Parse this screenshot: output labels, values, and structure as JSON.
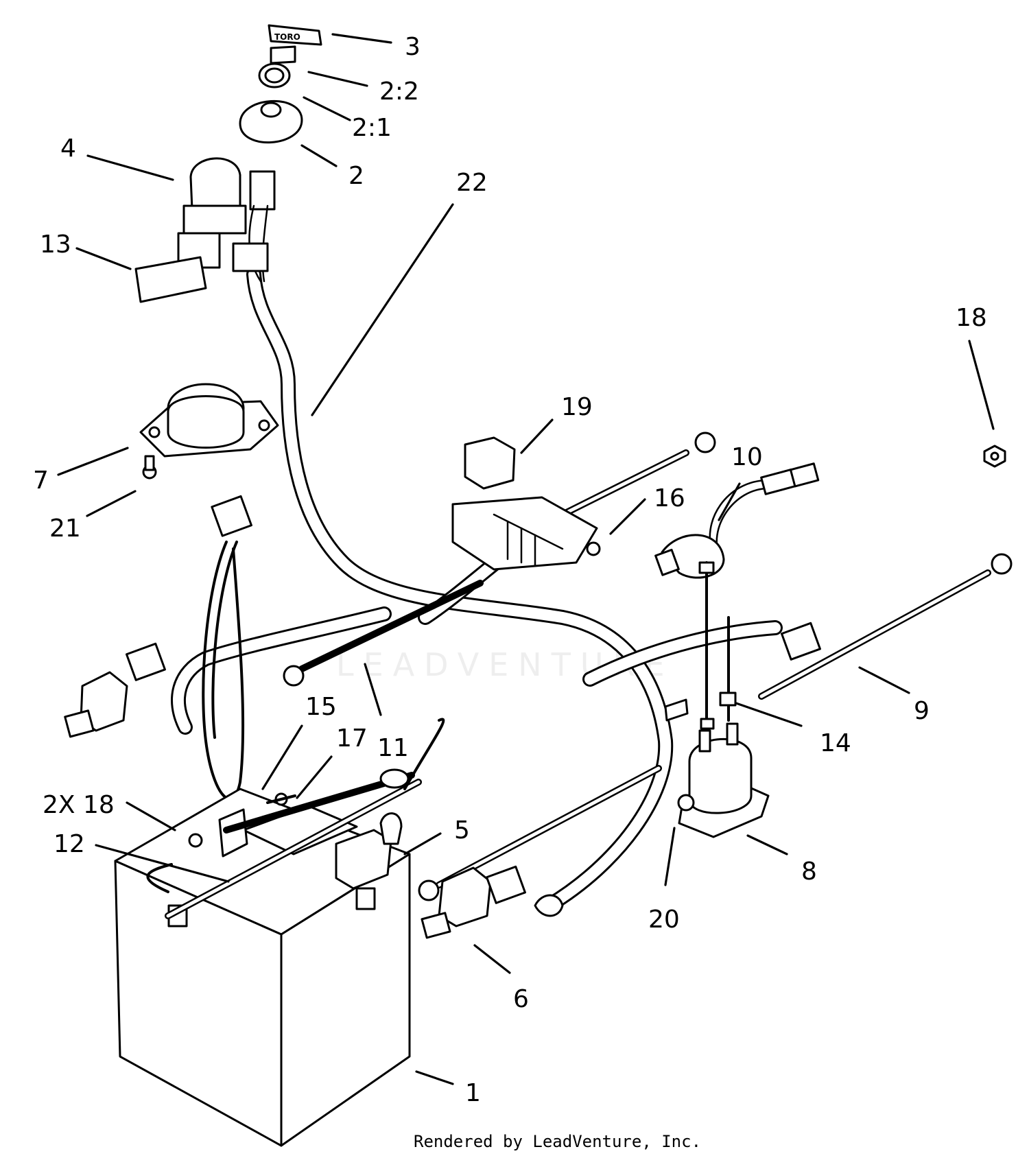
{
  "callouts": [
    {
      "id": "c1",
      "text": "1"
    },
    {
      "id": "c2",
      "text": "2"
    },
    {
      "id": "c2-1",
      "text": "2:1"
    },
    {
      "id": "c2-2",
      "text": "2:2"
    },
    {
      "id": "c3",
      "text": "3"
    },
    {
      "id": "c4",
      "text": "4"
    },
    {
      "id": "c5",
      "text": "5"
    },
    {
      "id": "c6",
      "text": "6"
    },
    {
      "id": "c7",
      "text": "7"
    },
    {
      "id": "c8",
      "text": "8"
    },
    {
      "id": "c9",
      "text": "9"
    },
    {
      "id": "c10",
      "text": "10"
    },
    {
      "id": "c11",
      "text": "11"
    },
    {
      "id": "c12",
      "text": "12"
    },
    {
      "id": "c13",
      "text": "13"
    },
    {
      "id": "c14",
      "text": "14"
    },
    {
      "id": "c15",
      "text": "15"
    },
    {
      "id": "c16",
      "text": "16"
    },
    {
      "id": "c17",
      "text": "17"
    },
    {
      "id": "c18",
      "text": "18"
    },
    {
      "id": "c18b",
      "text": "2X 18"
    },
    {
      "id": "c19",
      "text": "19"
    },
    {
      "id": "c20",
      "text": "20"
    },
    {
      "id": "c21",
      "text": "21"
    },
    {
      "id": "c22",
      "text": "22"
    }
  ],
  "key_brand": "TORO",
  "watermark": "LEADVENTURE",
  "footer": "Rendered by LeadVenture, Inc.",
  "colors": {
    "line": "#000000",
    "background": "#ffffff",
    "watermark": "#eeeeee"
  }
}
